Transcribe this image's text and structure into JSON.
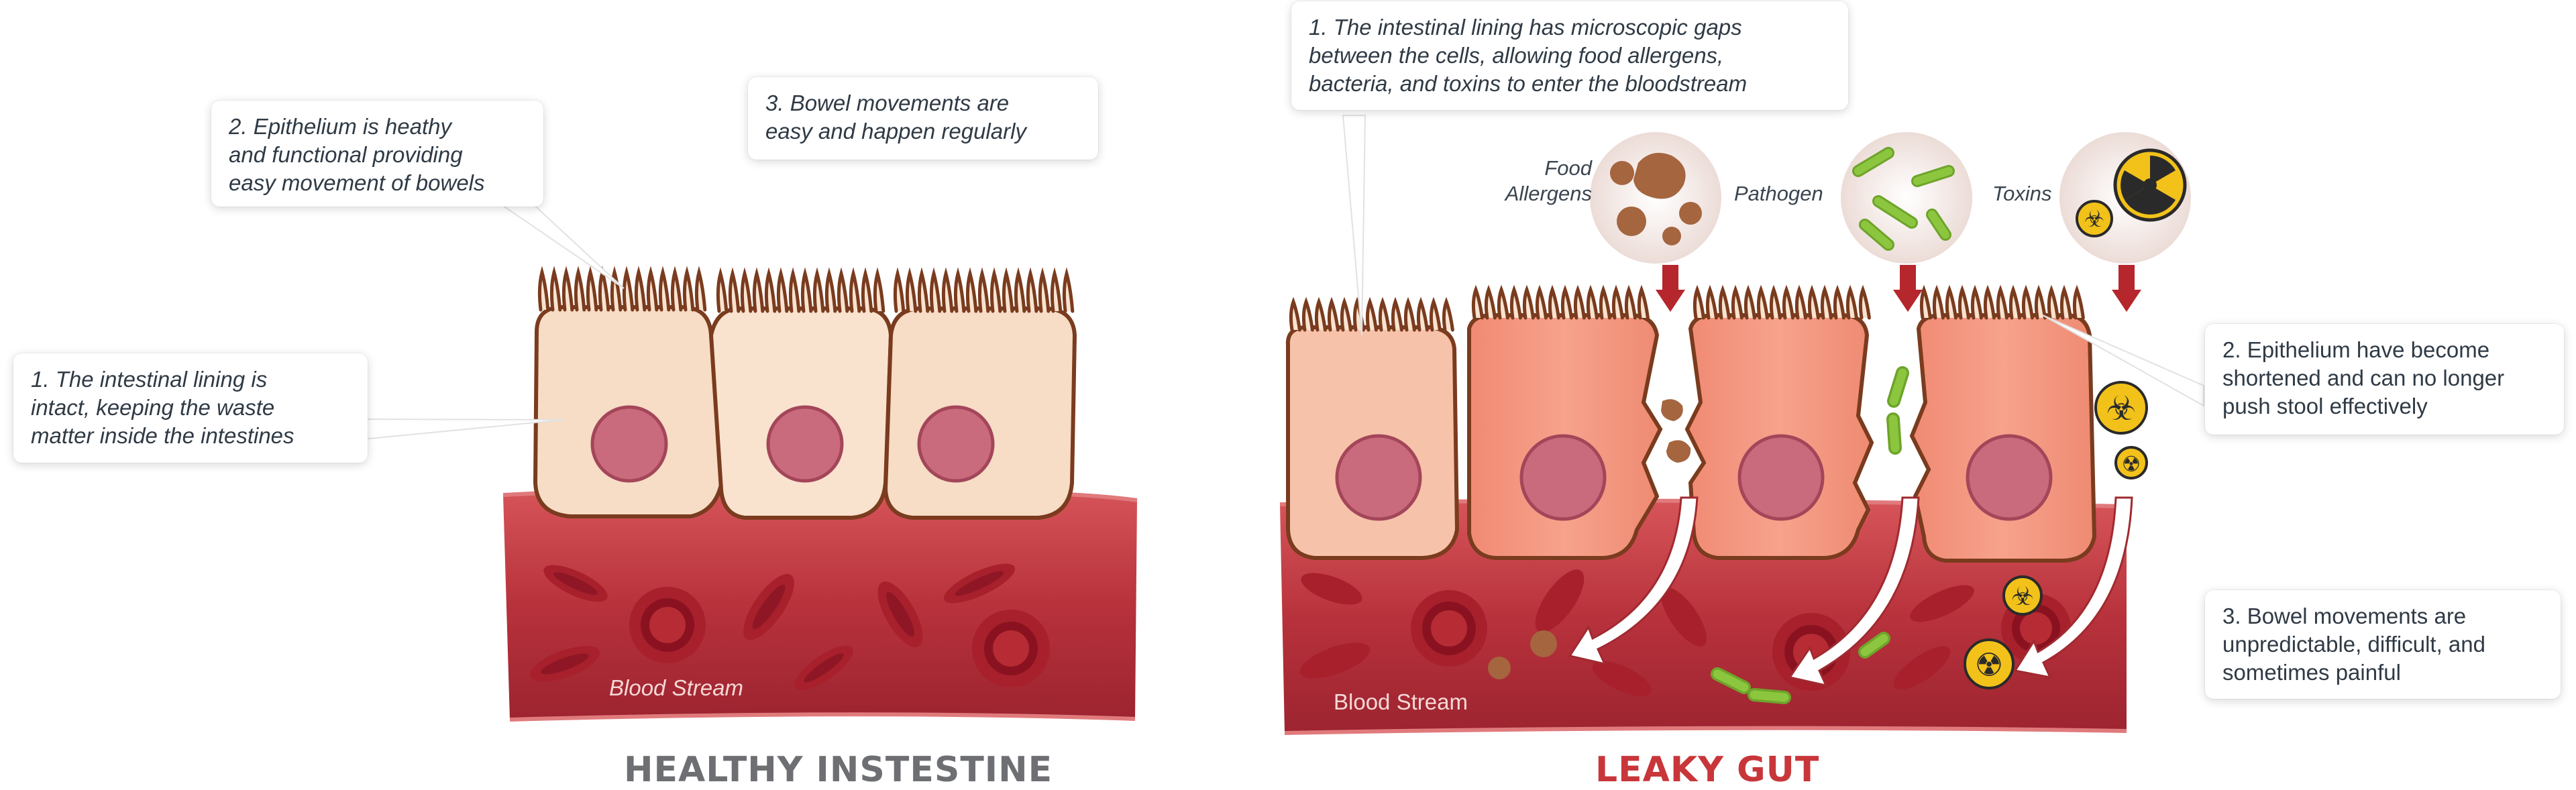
{
  "healthy": {
    "title": "HEALTHY INSTESTINE",
    "title_color": "#6d6f73",
    "callout_1": [
      "1. The intestinal lining is",
      "intact, keeping the waste",
      "matter inside the intestines"
    ],
    "callout_2": [
      "2. Epithelium is heathy",
      "and functional providing",
      "easy movement of bowels"
    ],
    "callout_3": [
      "3. Bowel movements are",
      "easy and happen regularly"
    ],
    "stream_label": "Blood Stream"
  },
  "leaky": {
    "title": "LEAKY GUT",
    "title_color": "#c8363a",
    "callout_1": [
      "1. The intestinal lining has microscopic gaps",
      "between the cells, allowing food allergens,",
      "bacteria, and toxins to enter the bloodstream"
    ],
    "callout_2": [
      "2. Epithelium have become",
      "shortened and can no longer",
      "push stool effectively"
    ],
    "callout_3": [
      "3. Bowel movements are",
      "unpredictable, difficult, and",
      "sometimes painful"
    ],
    "stream_label": "Blood Stream",
    "labels": {
      "food_allergens": [
        "Food",
        "Allergens"
      ],
      "pathogen": "Pathogen",
      "toxins": "Toxins"
    }
  },
  "colors": {
    "healthy_cell": "#f7dcc6",
    "leaky_cell": "#f4907a",
    "cell_outline": "#7a3b1e",
    "nucleus": "#c96b7c",
    "blood": "#b8323c",
    "allergen": "#a4653f",
    "pathogen": "#8cc63f",
    "toxin": "#f2c21a",
    "arrow_marker": "#b5272d"
  },
  "icons": [
    "food-allergen-icon",
    "pathogen-icon",
    "toxin-icon",
    "biohazard-icon",
    "radiation-icon"
  ]
}
